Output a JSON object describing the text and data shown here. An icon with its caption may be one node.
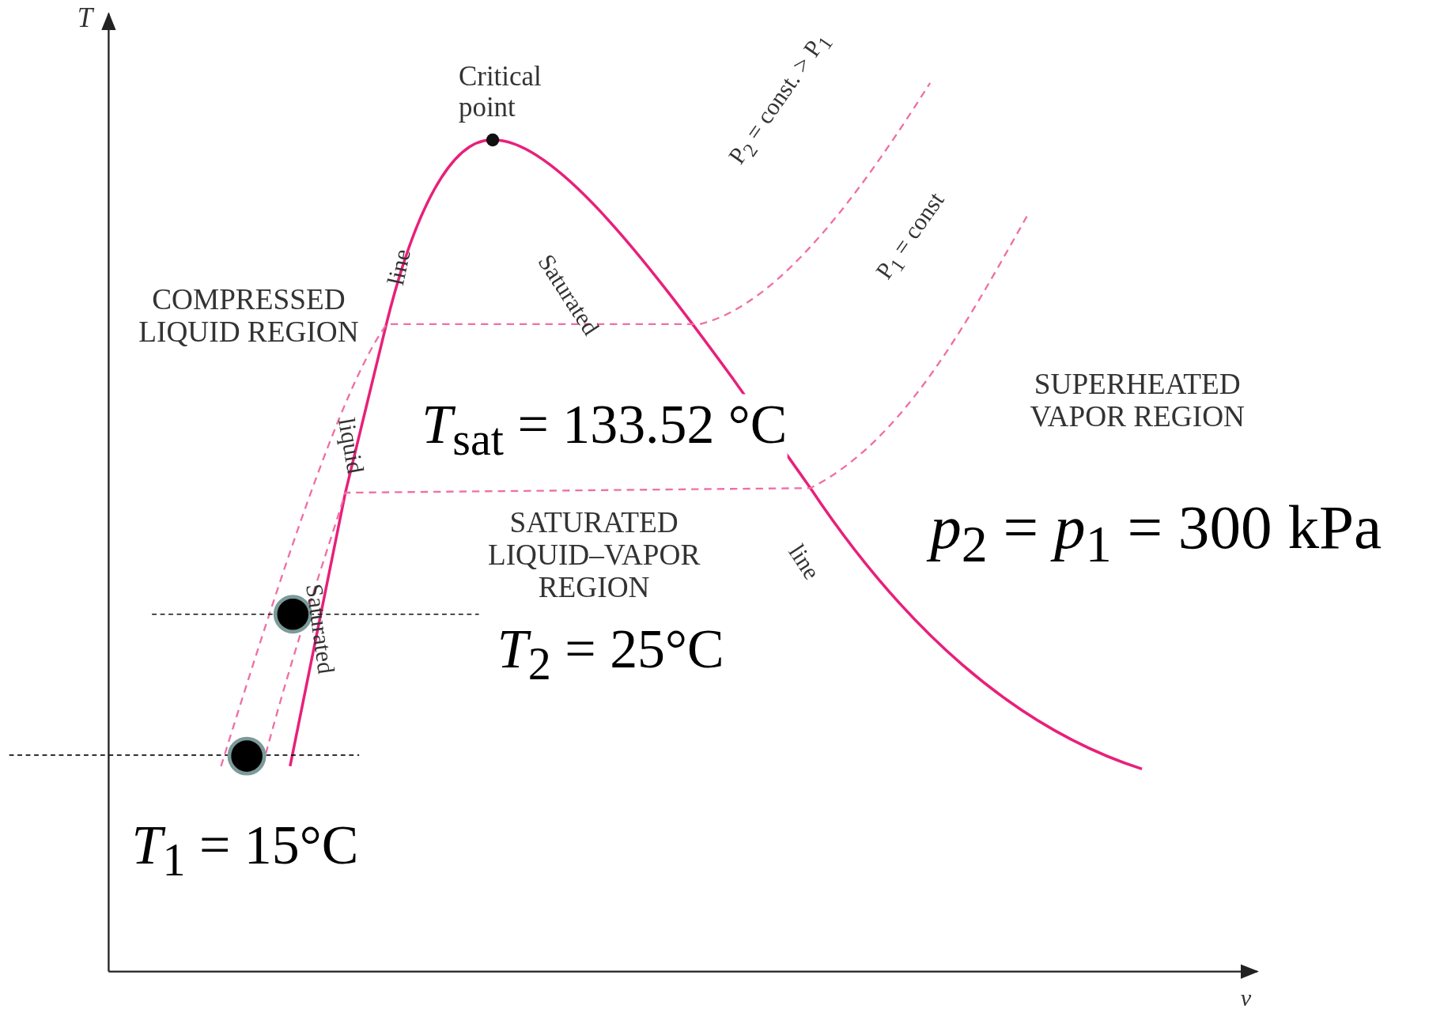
{
  "diagram": {
    "labels": [
      "T",
      "Critical point",
      "P$_{2}$ = const. > P$_{1}$",
      "Saturated",
      "line",
      "P$_{1}$ = const",
      "COMPRESSED LIQUID REGION",
      "liquid",
      "SUPERHEATED VAPOR REGION",
      "*T*$_{sat}$ = 133.52 °C",
      "Saturated",
      "*p*$_{2}$ = *p*$_{1}$ = 300 kPa",
      "line",
      "SATURATED LIQUID–VAPOR REGION",
      "*T*$_{2}$ = 25°C",
      "*T*$_{1}$ = 15°C",
      "v"
    ]
  }
}
